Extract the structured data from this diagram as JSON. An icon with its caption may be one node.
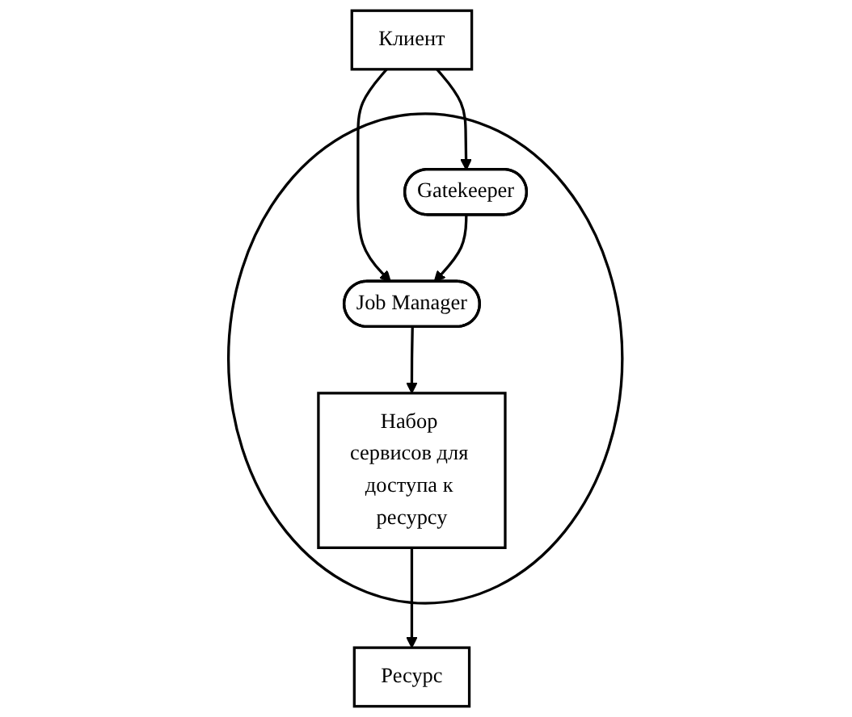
{
  "diagram": {
    "nodes": [
      {
        "text": [
          "Клиент"
        ]
      },
      {
        "text": [],
        "shape": "circle"
      },
      {
        "text": [
          "Gatekeeper"
        ],
        "in": 1
      },
      {
        "text": [
          "Job Manager"
        ],
        "in": 1
      },
      {
        "text": [
          "Набор сервисов для доступа к ресурсу"
        ],
        "in": 1
      },
      {
        "text": [
          "Ресурс"
        ]
      }
    ],
    "edges": [
      {
        "from": 0,
        "to": 2,
        "arrow": "to"
      },
      {
        "from": 0,
        "to": 3,
        "arrow": "to"
      },
      {
        "from": 2,
        "to": 3,
        "arrow": "to"
      },
      {
        "from": 3,
        "to": 4,
        "arrow": "to"
      },
      {
        "from": 4,
        "to": 5,
        "arrow": "to"
      }
    ]
  }
}
